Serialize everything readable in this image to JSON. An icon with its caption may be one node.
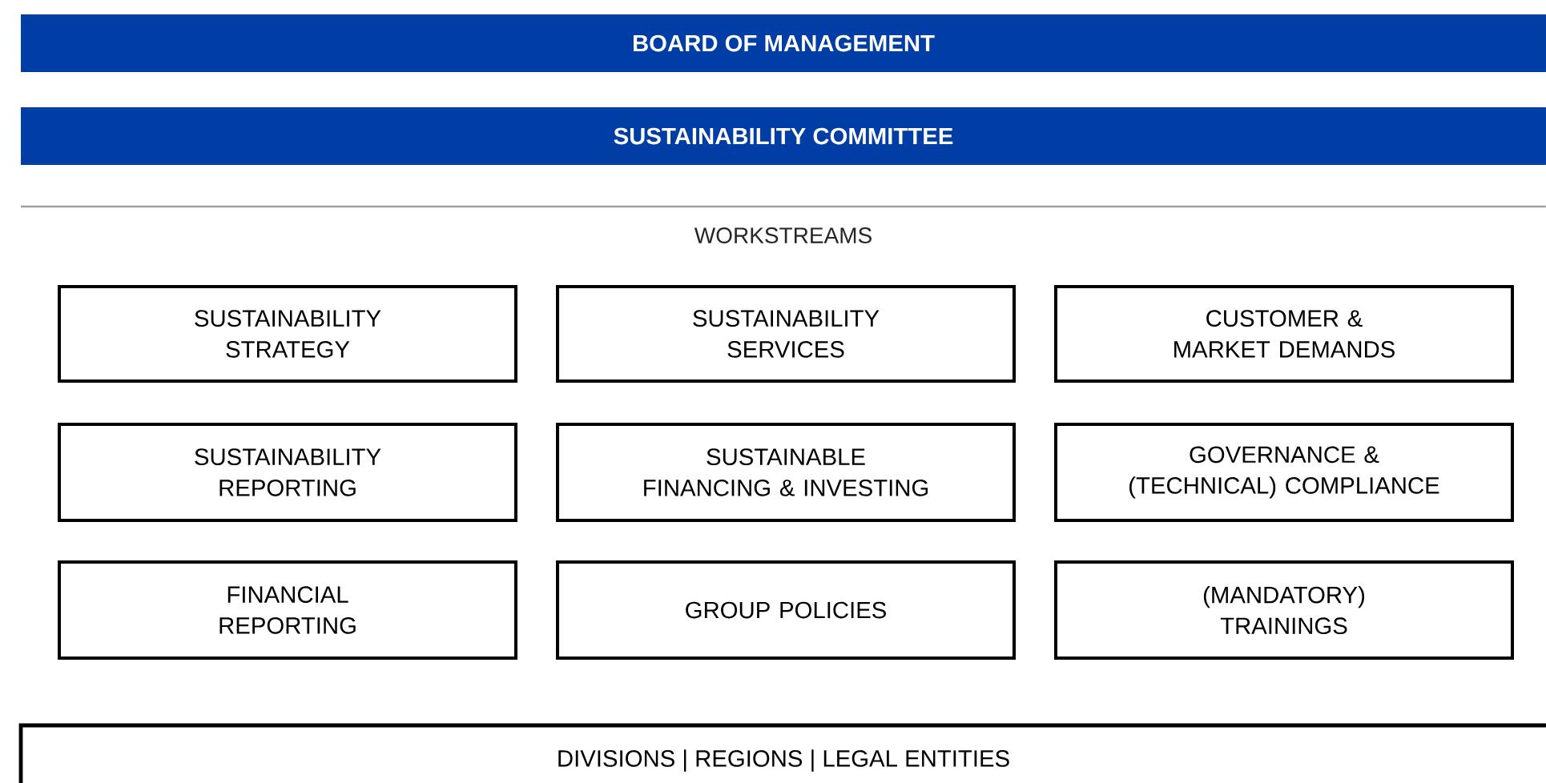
{
  "diagram": {
    "nodes": [
      {
        "text": [
          "BOARD OF MANAGEMENT"
        ]
      },
      {
        "text": [
          "SUSTAINABILITY COMMITTEE"
        ]
      },
      {
        "text": [
          "SUSTAINABILITY STRATEGY"
        ]
      },
      {
        "text": [
          "SUSTAINABILITY SERVICES"
        ]
      },
      {
        "text": [
          "CUSTOMER & MARKET DEMANDS"
        ]
      },
      {
        "text": [
          "SUSTAINABILITY REPORTING"
        ]
      },
      {
        "text": [
          "SUSTAINABLE FINANCING & INVESTING"
        ]
      },
      {
        "text": [
          "GOVERNANCE & (TECHNICAL) COMPLIANCE"
        ]
      },
      {
        "text": [
          "FINANCIAL REPORTING"
        ]
      },
      {
        "text": [
          "GROUP POLICIES"
        ]
      },
      {
        "text": [
          "(MANDATORY) TRAININGS"
        ]
      },
      {
        "text": [
          "DIVISIONS | REGIONS | LEGAL ENTITIES"
        ]
      }
    ],
    "edges": [],
    "labels": [
      "WORKSTREAMS"
    ]
  }
}
